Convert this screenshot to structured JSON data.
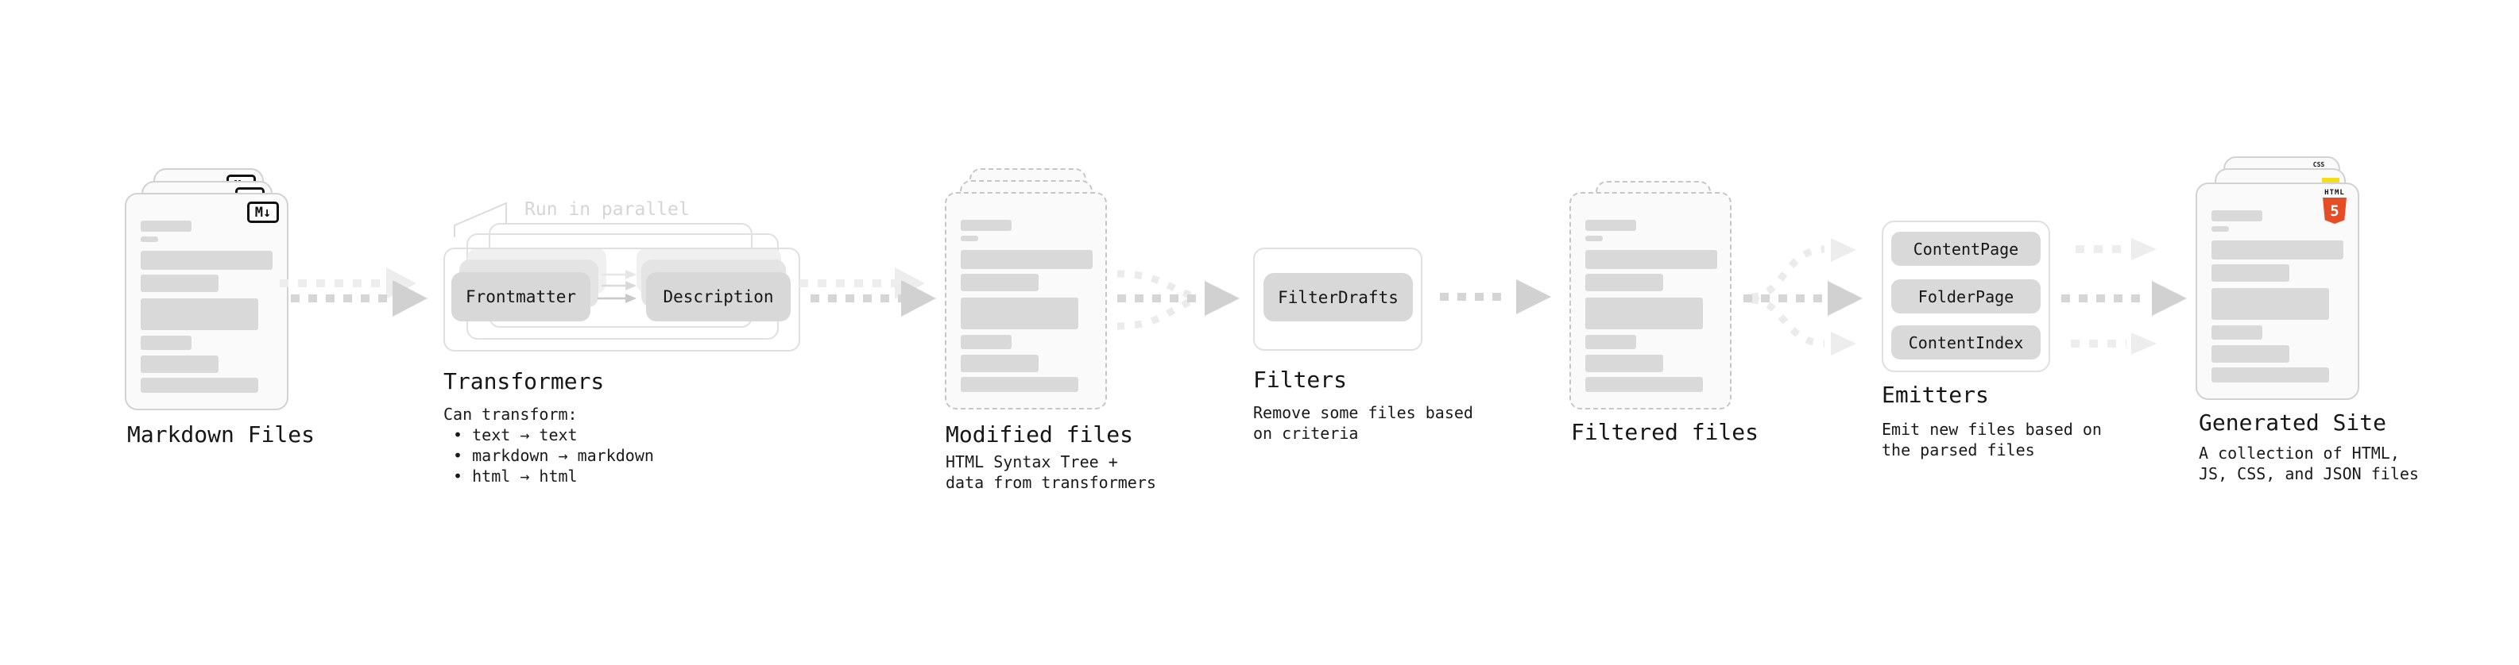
{
  "stages": {
    "markdown": {
      "label": "Markdown Files"
    },
    "transformers": {
      "label": "Transformers",
      "annotation": "Run in parallel",
      "pill_from": "Frontmatter",
      "pill_to": "Description",
      "note": "Can transform:\n • text → text\n • markdown → markdown\n • html → html"
    },
    "modified": {
      "label": "Modified files",
      "sub": "HTML Syntax Tree +\ndata from transformers"
    },
    "filters": {
      "label": "Filters",
      "pill": "FilterDrafts",
      "sub": "Remove some files based\non criteria"
    },
    "filtered": {
      "label": "Filtered files"
    },
    "emitters": {
      "label": "Emitters",
      "pills": [
        "ContentPage",
        "FolderPage",
        "ContentIndex"
      ],
      "sub": "Emit new files based on\nthe parsed files"
    },
    "generated": {
      "label": "Generated Site",
      "sub": "A collection of HTML,\nJS, CSS, and JSON files"
    }
  },
  "icons": {
    "markdown_badge": "M↓",
    "html5_wordmark": "HTML",
    "html5_number": "5",
    "css_label": "CSS"
  },
  "colors": {
    "html5_orange": "#e44d26",
    "js_yellow": "#f5de19",
    "css_blue": "#2d53e5",
    "arrow_gray": "#d5d5d5",
    "arrow_light": "#ededed",
    "placeholder_gray": "#d9d9d9",
    "pill_gray": "#d8d8d8",
    "card_border": "#d2d2d2",
    "text_dark": "#161616",
    "annotation_gray": "#d5d5d5"
  }
}
